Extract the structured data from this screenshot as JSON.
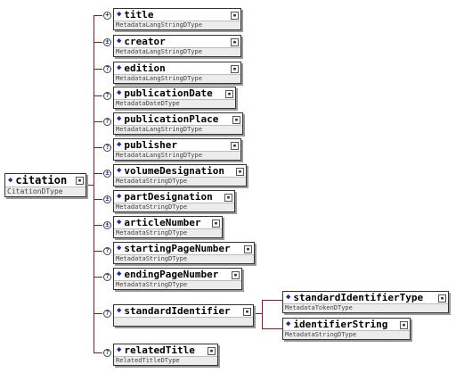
{
  "icons": {
    "element": "diamond-icon",
    "sequence": "sequence-compositor-icon",
    "expand": "expand-icon"
  },
  "colors": {
    "connector": "#8b1a1a",
    "diamond": "#1b2fa0",
    "type_band": "#ececec"
  },
  "root": {
    "name": "citation",
    "type": "CitationDType"
  },
  "children": [
    {
      "name": "title",
      "type": "MetadataLangStringDType"
    },
    {
      "name": "creator",
      "type": "MetadataLangStringDType"
    },
    {
      "name": "edition",
      "type": "MetadataLangStringDType"
    },
    {
      "name": "publicationDate",
      "type": "MetadataDateDType"
    },
    {
      "name": "publicationPlace",
      "type": "MetadataLangStringDType"
    },
    {
      "name": "publisher",
      "type": "MetadataLangStringDType"
    },
    {
      "name": "volumeDesignation",
      "type": "MetadataStringDType"
    },
    {
      "name": "partDesignation",
      "type": "MetadataStringDType"
    },
    {
      "name": "articleNumber",
      "type": "MetadataStringDType"
    },
    {
      "name": "startingPageNumber",
      "type": "MetadataStringDType"
    },
    {
      "name": "endingPageNumber",
      "type": "MetadataStringDType"
    },
    {
      "name": "standardIdentifier",
      "type": ""
    },
    {
      "name": "relatedTitle",
      "type": "RelatedTitleDType"
    }
  ],
  "grandchildren": [
    {
      "name": "standardIdentifierType",
      "type": "MetadataTokenDType"
    },
    {
      "name": "identifierString",
      "type": "MetadataStringDType"
    }
  ]
}
